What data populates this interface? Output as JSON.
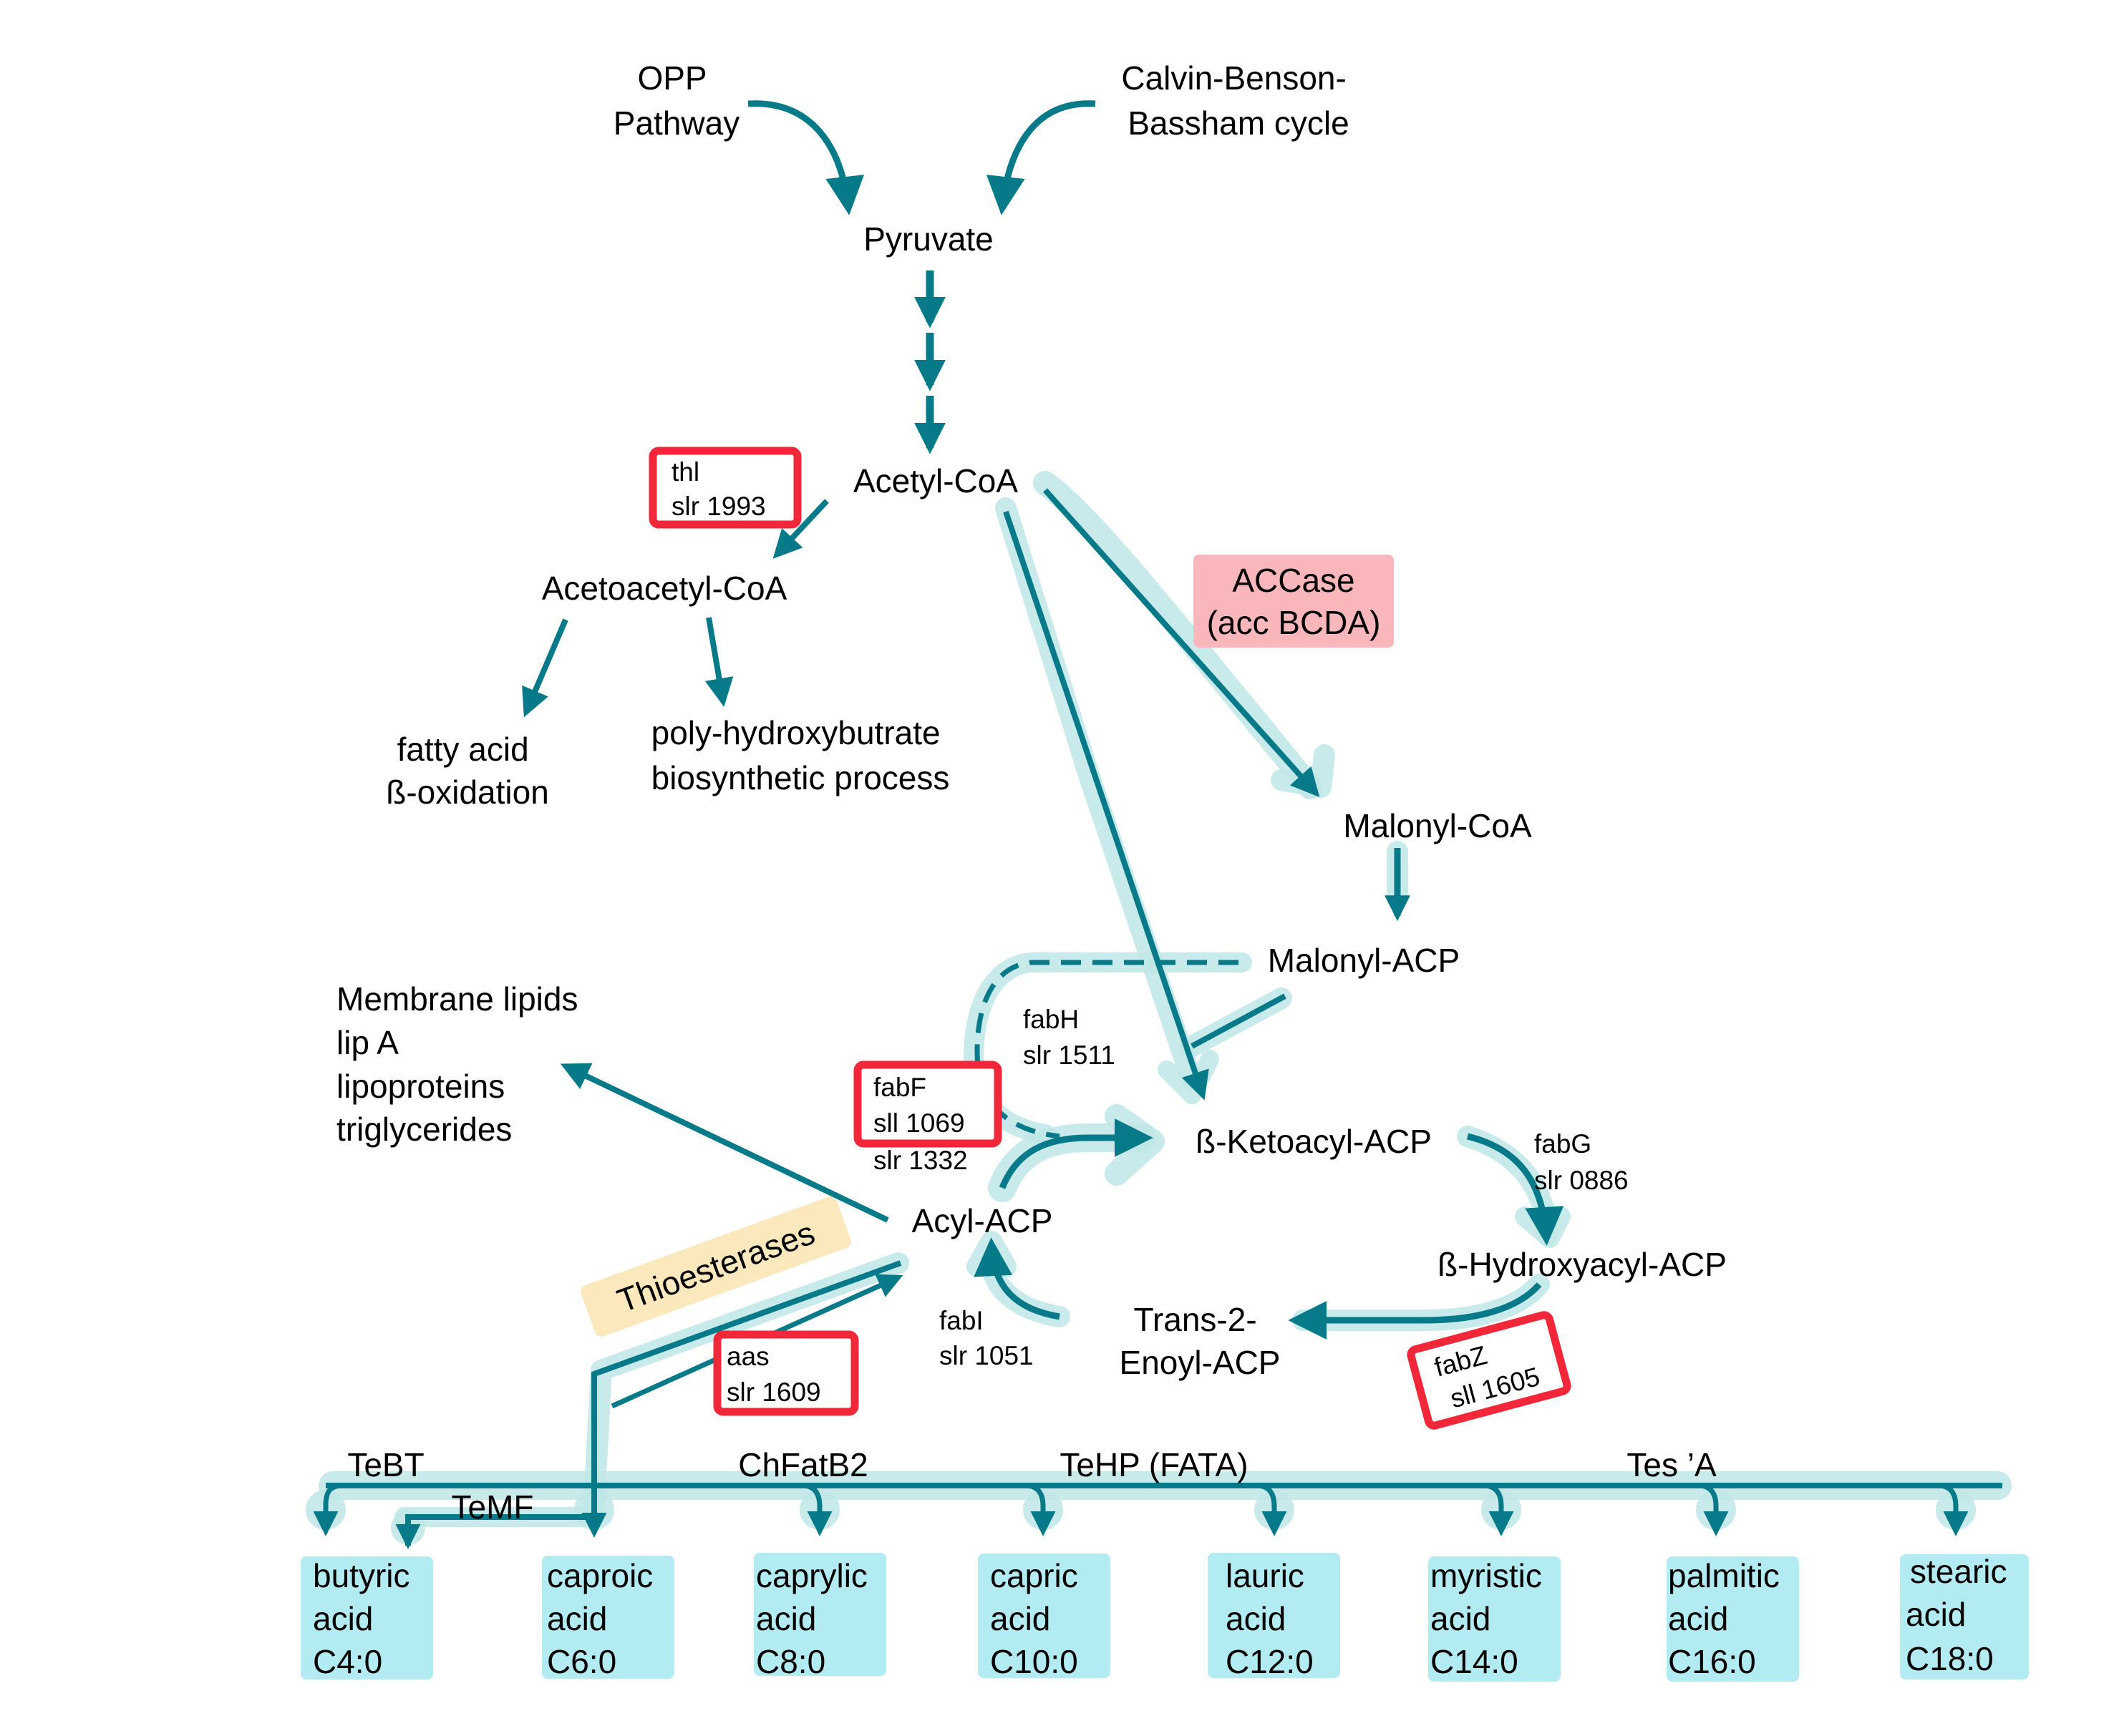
{
  "colors": {
    "arrow": "#077a89",
    "highlight": "#bfe6e6",
    "gene_box_border": "#f2273a",
    "accase_fill": "#fab7bb",
    "thioesterase_fill": "#fbe8bd",
    "acid_box_fill": "#b2ebf2"
  },
  "sources": {
    "opp": [
      "OPP",
      "Pathway"
    ],
    "calvin": [
      "Calvin-Benson-",
      "Bassham cycle"
    ]
  },
  "metabolites": {
    "pyruvate": "Pyruvate",
    "acetyl_coa": "Acetyl-CoA",
    "acetoacetyl_coa": "Acetoacetyl-CoA",
    "fatty_acid_oxidation": [
      "fatty acid",
      "ß-oxidation"
    ],
    "phb": [
      "poly-hydroxybutrate",
      "biosynthetic process"
    ],
    "malonyl_coa": "Malonyl-CoA",
    "malonyl_acp": "Malonyl-ACP",
    "ketoacyl_acp": "ß-Ketoacyl-ACP",
    "hydroxyacyl_acp": "ß-Hydroxyacyl-ACP",
    "enoyl_acp": [
      "Trans-2-",
      "Enoyl-ACP"
    ],
    "acyl_acp": "Acyl-ACP",
    "membrane": [
      "Membrane lipids",
      "lip A",
      "lipoproteins",
      "triglycerides"
    ]
  },
  "enzymes": {
    "thl": [
      "thl",
      "slr 1993"
    ],
    "accase": [
      "ACCase",
      "(acc BCDA)"
    ],
    "fabH": [
      "fabH",
      "slr 1511"
    ],
    "fabF": [
      "fabF",
      "sll 1069"
    ],
    "fabF_extra": "slr 1332",
    "fabG": [
      "fabG",
      "slr 0886"
    ],
    "fabZ": [
      "fabZ",
      "sll 1605"
    ],
    "fabI": [
      "fabI",
      "slr 1051"
    ],
    "aas": [
      "aas",
      "slr 1609"
    ],
    "thioesterases": "Thioesterases"
  },
  "thioesterase_labels": [
    "TeBT",
    "TeMF",
    "ChFatB2",
    "TeHP (FATA)",
    "Tes ’A"
  ],
  "acids": [
    {
      "name": "butyric",
      "word": "acid",
      "formula": "C4:0"
    },
    {
      "name": "caproic",
      "word": "acid",
      "formula": "C6:0"
    },
    {
      "name": "caprylic",
      "word": "acid",
      "formula": "C8:0"
    },
    {
      "name": "capric",
      "word": "acid",
      "formula": "C10:0"
    },
    {
      "name": "lauric",
      "word": "acid",
      "formula": "C12:0"
    },
    {
      "name": "myristic",
      "word": "acid",
      "formula": "C14:0"
    },
    {
      "name": "palmitic",
      "word": "acid",
      "formula": "C16:0"
    },
    {
      "name": "stearic",
      "word": "acid",
      "formula": "C18:0"
    }
  ]
}
